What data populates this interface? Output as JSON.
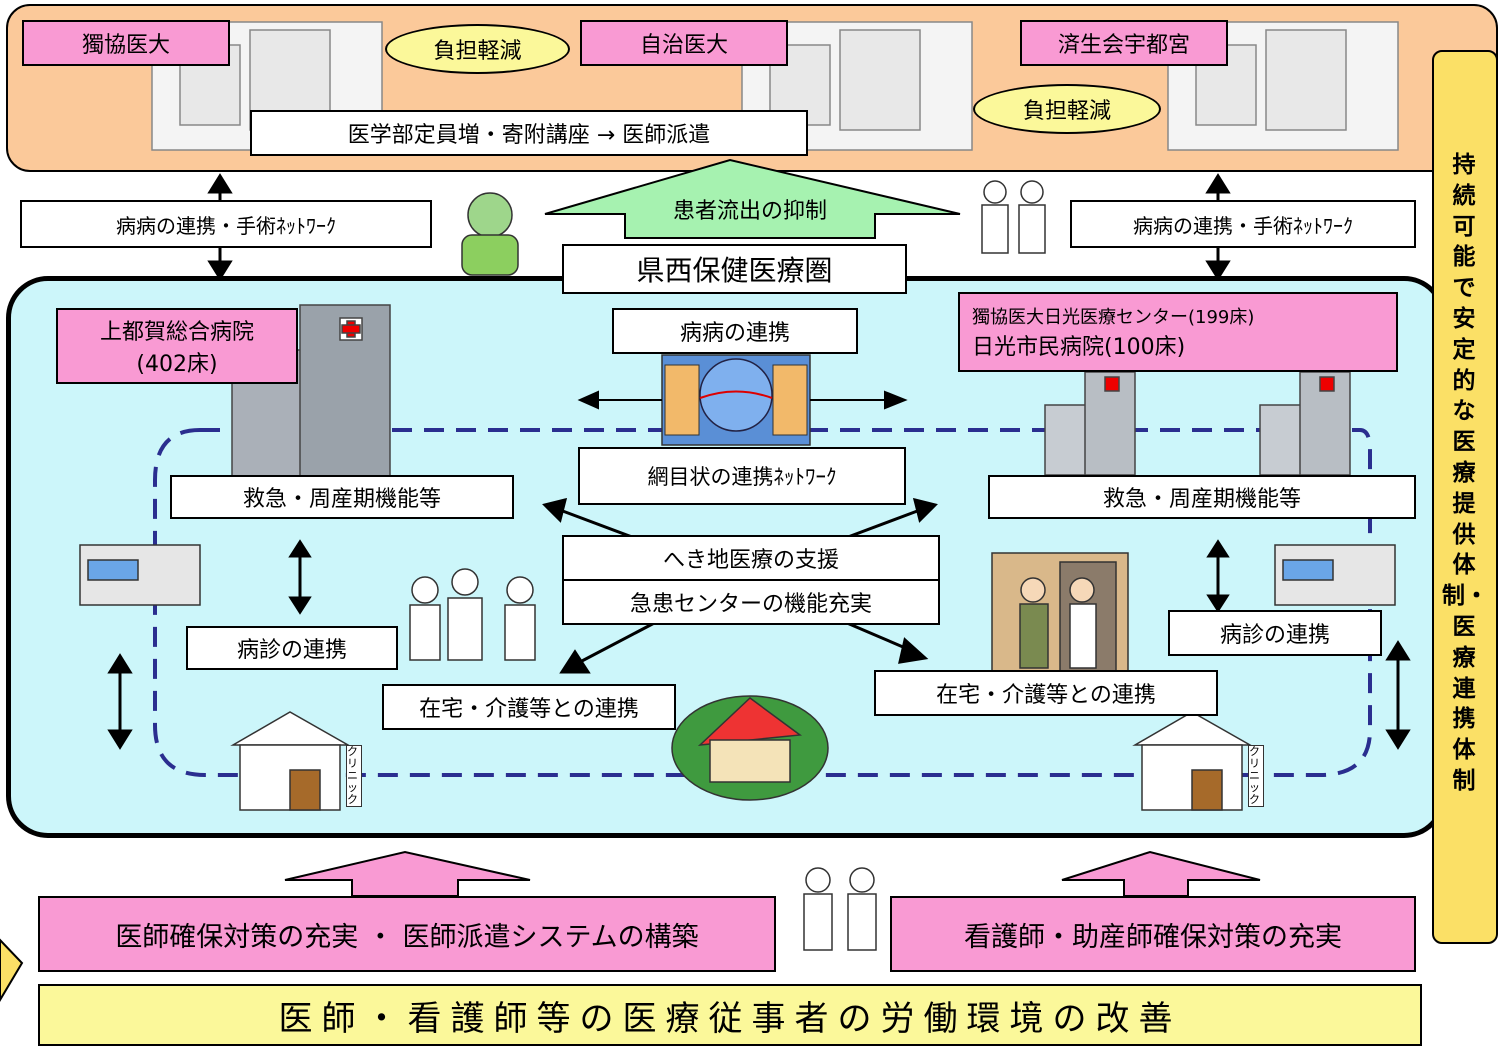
{
  "top": {
    "callouts": [
      "獨協医大",
      "自治医大",
      "済生会宇都宮"
    ],
    "burden_reduction": "負担軽減",
    "dispatch": "医学部定員増・寄附講座 → 医師派遣"
  },
  "links": {
    "hospital_network": "病病の連携・手術ﾈｯﾄﾜｰｸ",
    "patient_outflow": "患者流出の抑制"
  },
  "region": {
    "title": "県西保健医療圏",
    "left_hospital": {
      "name": "上都賀総合病院",
      "beds": "(402床)"
    },
    "right_hospitals": {
      "line1": "獨協医大日光医療センター(199床)",
      "line2": "日光市民病院(100床)"
    },
    "hospital_link": "病病の連携",
    "mesh_network": "網目状の連携ﾈｯﾄﾜｰｸ",
    "emergency": "救急・周産期機能等",
    "remote_support": "へき地医療の支援",
    "emergency_center": "急患センターの機能充実",
    "clinic_link": "病診の連携",
    "home_care": "在宅・介護等との連携",
    "clinic_sign": "クリニック"
  },
  "side_banner": "持続可能で安定的な医療提供体制・医療連携体制",
  "bottom": {
    "doctor_measures": "医師確保対策の充実 ・ 医師派遣システムの構築",
    "nurse_measures": "看護師・助産師確保対策の充実",
    "working_env": "医師・看護師等の医療従事者の労働環境の改善"
  },
  "colors": {
    "top_panel": "#fbc99a",
    "region": "#ccf6fa",
    "callout": "#f99ad3",
    "oval": "#fbf89a",
    "outflow_arrow": "#a6f2b0",
    "dashed_route": "#2a2e8f",
    "banner": "#fbe066"
  }
}
